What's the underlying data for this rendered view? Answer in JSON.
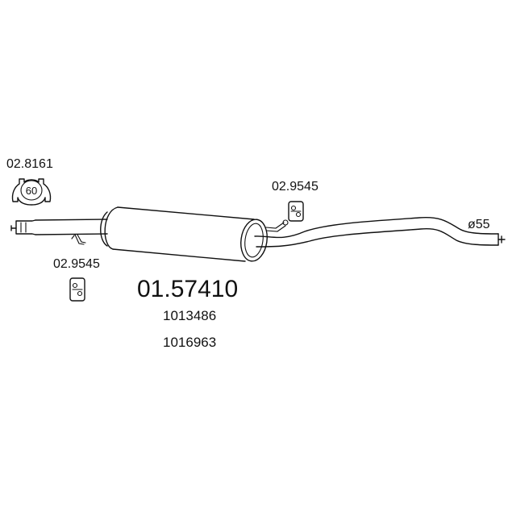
{
  "diagram": {
    "part_number": "01.57410",
    "oe_numbers": [
      "1013486",
      "1016963"
    ],
    "diameter_label": "ø55",
    "clamp": {
      "code": "02.8161",
      "size": "60"
    },
    "hanger_left": {
      "code": "02.9545"
    },
    "hanger_right": {
      "code": "02.9545"
    }
  }
}
